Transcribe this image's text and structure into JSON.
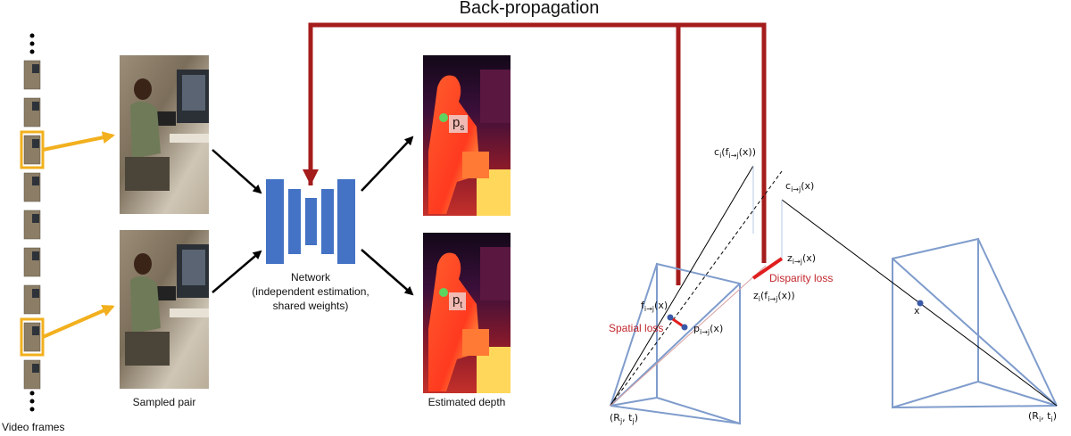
{
  "title": "Back-propagation",
  "labels": {
    "video_frames": "Video frames",
    "sampled_pair": "Sampled pair",
    "network_line1": "Network",
    "network_line2": "(independent estimation,",
    "network_line3": "shared weights)",
    "estimated_depth": "Estimated depth",
    "spatial_loss": "Spatial loss",
    "disparity_loss": "Disparity loss"
  },
  "points": {
    "ps": {
      "base": "p",
      "sub": "s"
    },
    "pt": {
      "base": "p",
      "sub": "t"
    }
  },
  "geometry_labels": {
    "c_i_f": {
      "base": "c",
      "sub": "i",
      "rest": "(f",
      "sub2": "i→j",
      "end": "(x))"
    },
    "c_ij": {
      "base": "c",
      "sub": "i→j",
      "rest": "(x)"
    },
    "z_ij": {
      "base": "z",
      "sub": "i→j",
      "rest": "(x)"
    },
    "z_i_f": {
      "base": "z",
      "sub": "i",
      "rest": "(f",
      "sub2": "i→j",
      "end": "(x))"
    },
    "f_ij": {
      "base": "f",
      "sub": "i→j",
      "rest": "(x)"
    },
    "p_ij": {
      "base": "p",
      "sub": "i→j",
      "rest": "(x)"
    },
    "x": "x",
    "cam_j": {
      "open": "(R",
      "sub1": "j",
      "mid": ", t",
      "sub2": "j",
      "close": ")"
    },
    "cam_i": {
      "open": "(R",
      "sub1": "i",
      "mid": ", t",
      "sub2": "i",
      "close": ")"
    }
  },
  "colors": {
    "arrow_red": "#a51c1c",
    "arrow_yellow": "#f2b01e",
    "network_blue": "#4472c4",
    "frustum_blue": "#7f9ccc",
    "green_point": "#5fd35f",
    "loss_red": "#e01e1e"
  }
}
